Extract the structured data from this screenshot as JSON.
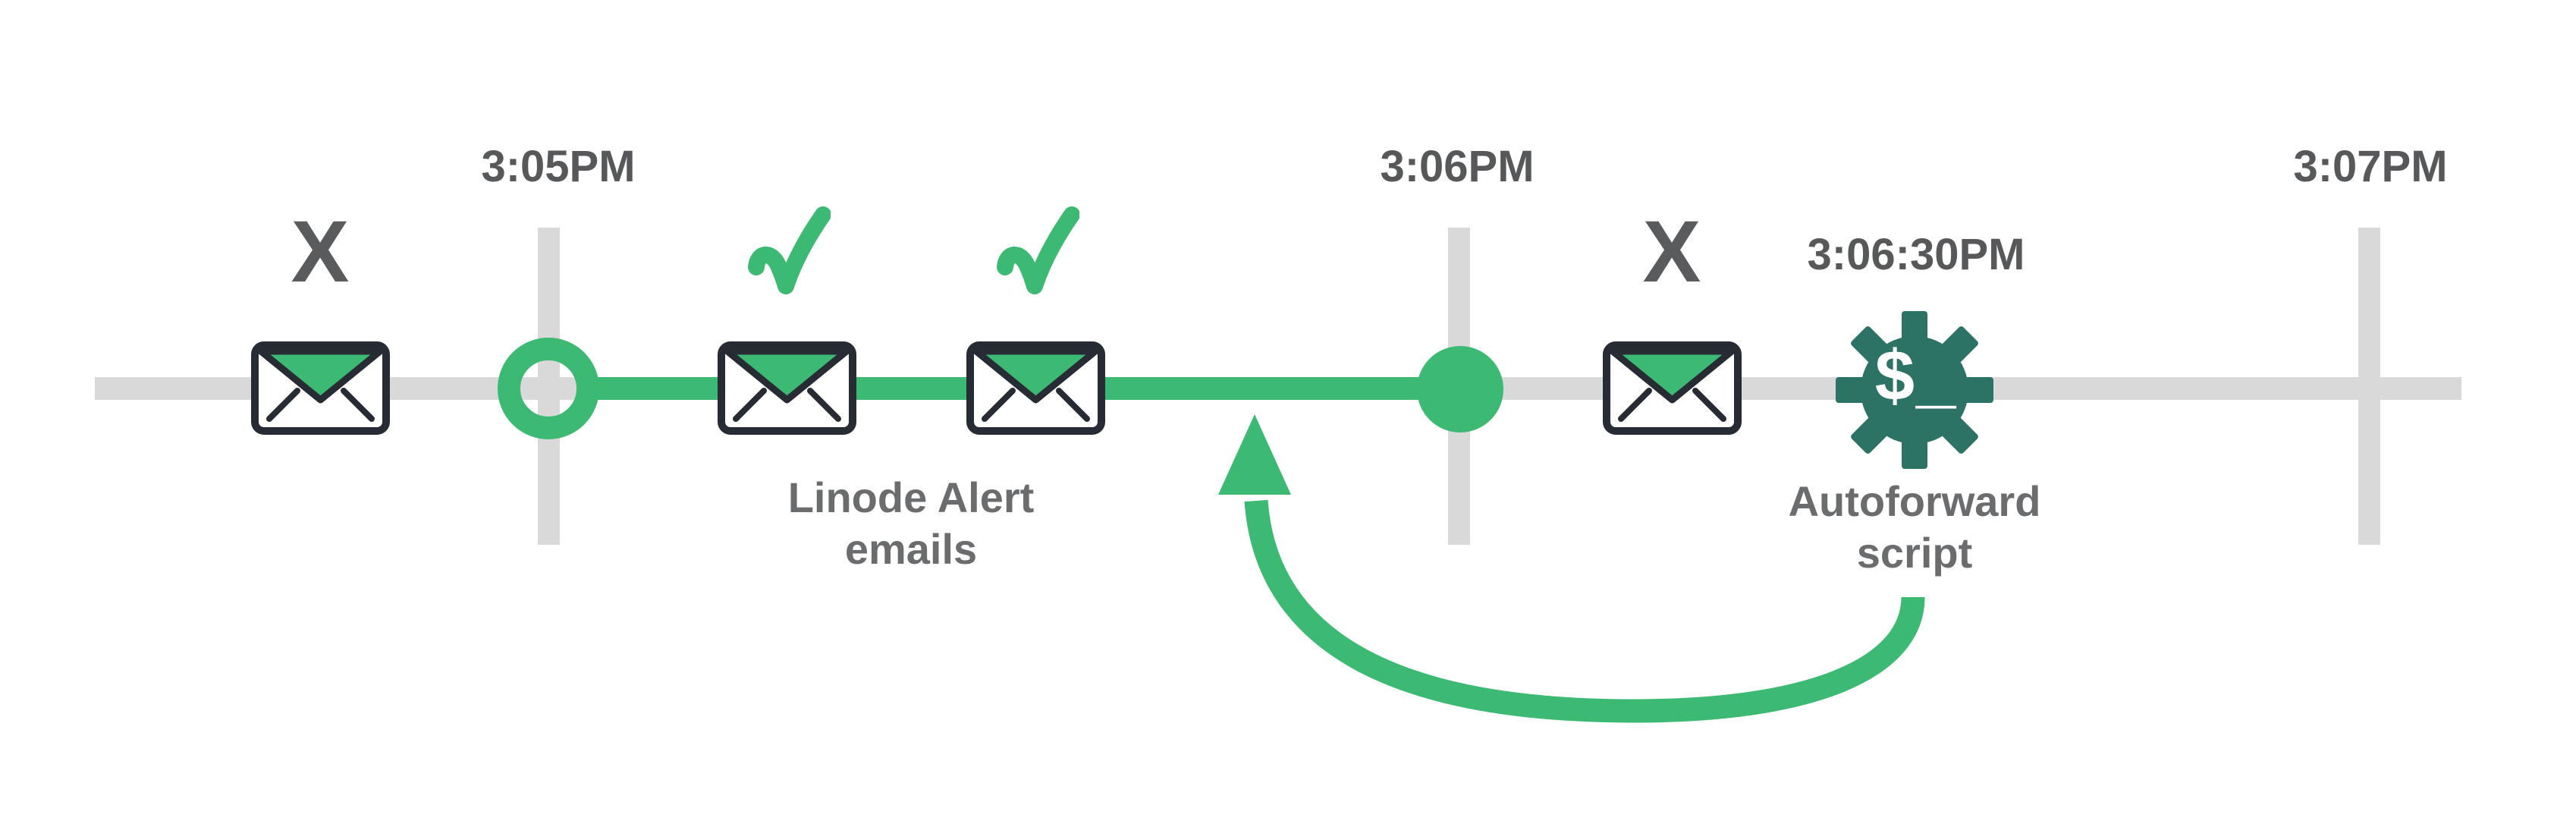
{
  "colors": {
    "green": "#3CBA73",
    "track_gray": "#D9D9D9",
    "outline_dark": "#272C34",
    "time_text": "#57585A",
    "caption_text": "#6B6C6E",
    "x_text": "#5A5B5D",
    "gear_teal": "#2C7265",
    "gear_dark": "#16222C"
  },
  "timeline": {
    "ticks": [
      {
        "label": "3:05PM"
      },
      {
        "label": "3:06PM"
      },
      {
        "label": "3:07PM"
      }
    ]
  },
  "labels": {
    "fail_mark": "X",
    "alert_group_line1": "Linode Alert",
    "alert_group_line2": "emails",
    "script_time": "3:06:30PM",
    "script_line1": "Autoforward",
    "script_line2": "script",
    "gear_prompt": "$_"
  }
}
